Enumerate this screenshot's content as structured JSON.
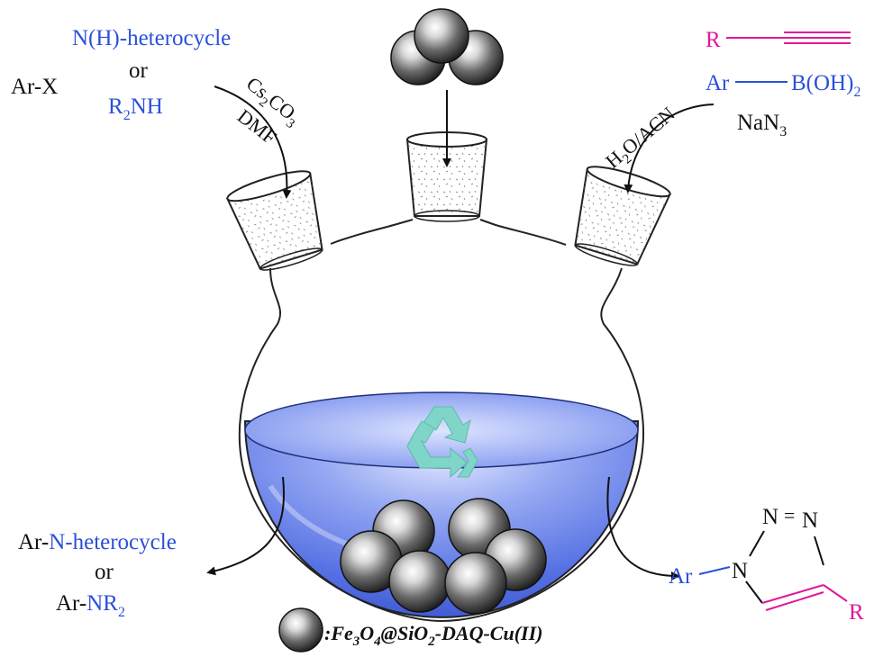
{
  "left_reagents": {
    "ar_x": "Ar-X",
    "heterocycle": "N(H)-heterocycle",
    "or": "or",
    "amine_r": "R",
    "amine_sub": "2",
    "amine_nh": "NH"
  },
  "left_conditions": {
    "cs": "Cs",
    "cs_sub": "2",
    "co": "CO",
    "co_sub": "3",
    "solvent": "DMF"
  },
  "right_reagents": {
    "alkyne_r": "R",
    "aryl": "Ar",
    "boronic": "B(OH)",
    "boronic_sub": "2",
    "azide": "NaN",
    "azide_sub": "3"
  },
  "right_conditions": {
    "h": "H",
    "h_sub": "2",
    "rest": "O/ACN"
  },
  "left_products": {
    "ar1": "Ar-",
    "n_heterocycle": "N-heterocycle",
    "or": "or",
    "ar2": "Ar-",
    "nr": "NR",
    "nr_sub": "2"
  },
  "triazole": {
    "ar": "Ar",
    "n1": "N",
    "n2": "N",
    "n3": "N",
    "eq": "=",
    "r": "R"
  },
  "catalyst_legend": {
    "colon_fe": ":Fe",
    "fe_sub": "3",
    "o": "O",
    "o_sub": "4",
    "at_si": "@SiO",
    "si_sub": "2",
    "rest": "-DAQ-Cu(II)"
  },
  "colors": {
    "reagent_blue": "#2b50d9",
    "alkyne_pink": "#e0179a",
    "solution_blue": "#5b76e6",
    "recycle_teal": "#7fd6c8"
  },
  "icons": [
    "catalyst-sphere-icon",
    "recycle-icon",
    "arrow-icon"
  ]
}
